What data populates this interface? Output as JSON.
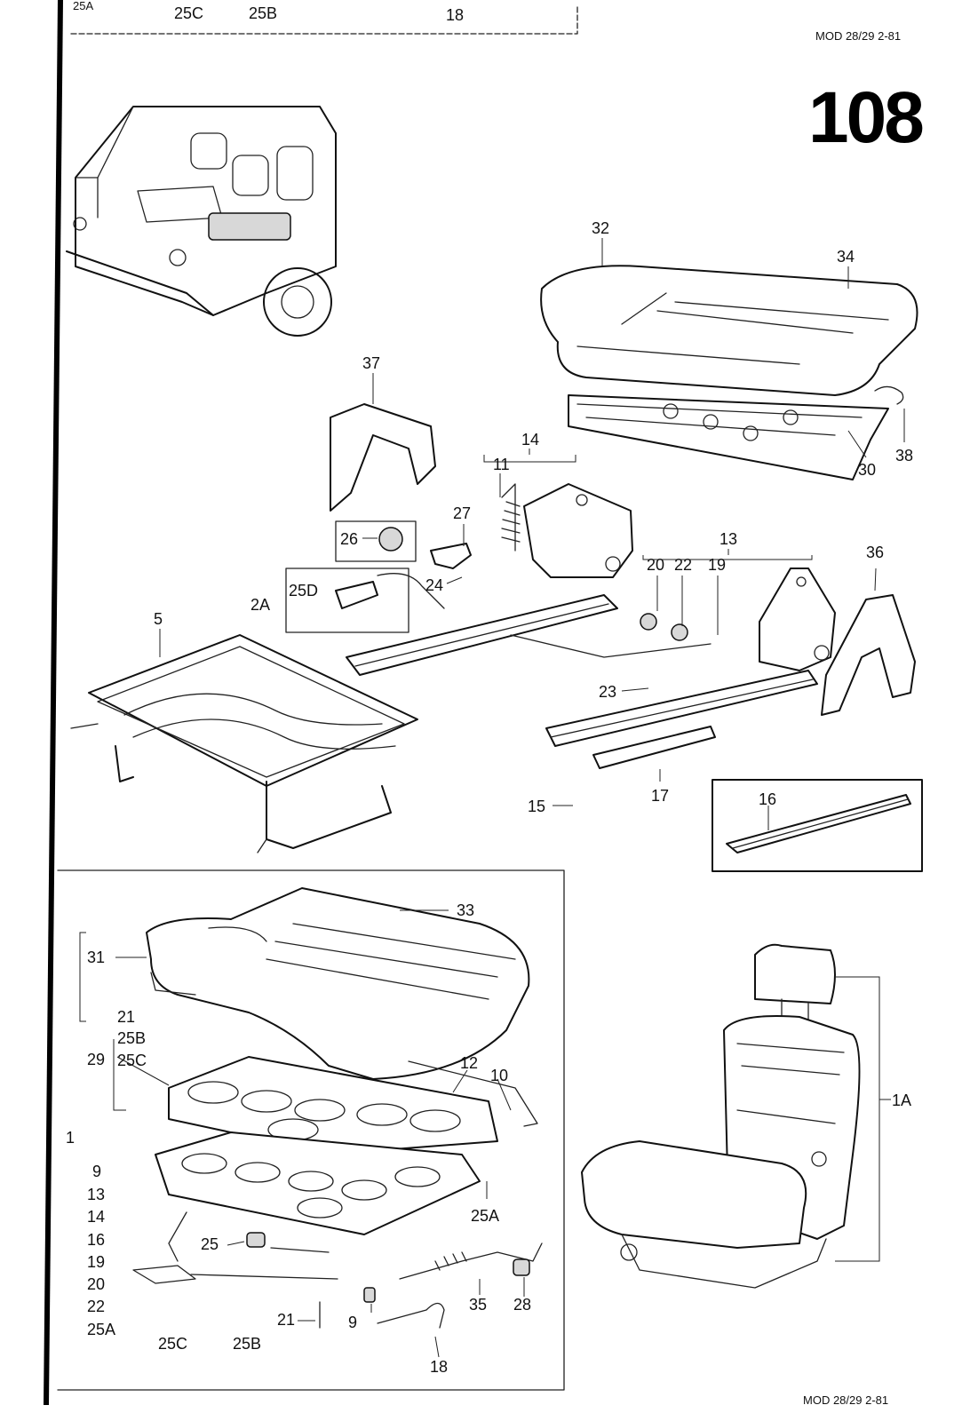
{
  "header": {
    "model_code": "MOD 28/29 2-81",
    "page_number": "108"
  },
  "footer": {
    "model_code": "MOD 28/29 2-81"
  },
  "top_strip": {
    "labels": [
      "25A",
      "25C",
      "25B",
      "18"
    ]
  },
  "part_labels": {
    "p32": "32",
    "p34": "34",
    "p37": "37",
    "p14": "14",
    "p11": "11",
    "p30": "30",
    "p38": "38",
    "p27": "27",
    "p26": "26",
    "p13": "13",
    "p36": "36",
    "p20": "20",
    "p22": "22",
    "p19": "19",
    "p25D": "25D",
    "p24": "24",
    "p2A": "2A",
    "p5": "5",
    "p23": "23",
    "p17": "17",
    "p16": "16",
    "p15": "15",
    "p33": "33",
    "p31": "31",
    "p12": "12",
    "p10": "10",
    "p1A": "1A",
    "p25A": "25A",
    "p25": "25",
    "p35": "35",
    "p28": "28",
    "p21": "21",
    "p9": "9",
    "p18": "18"
  },
  "group_29": {
    "label": "29",
    "items": [
      "21",
      "25B",
      "25C"
    ]
  },
  "group_1": {
    "label": "1",
    "items": [
      "9",
      "13",
      "14",
      "16",
      "19",
      "20",
      "22",
      "25A",
      "25C",
      "25B"
    ]
  }
}
